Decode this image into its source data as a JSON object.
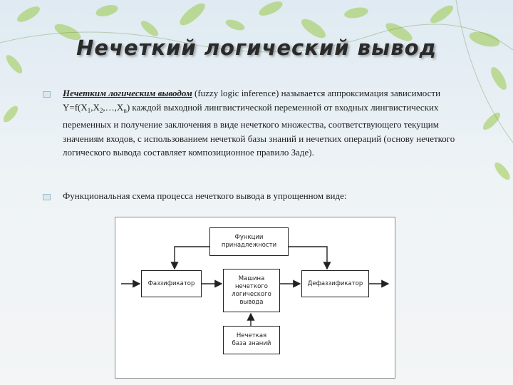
{
  "slide": {
    "title": "Нечеткий логический вывод",
    "paragraph1": {
      "term": "Нечетким логическим выводом",
      "text_a": " (fuzzy logic inference) называется аппроксимация зависимости Y=f(X",
      "sub1": "1",
      "comma1": ",X",
      "sub2": "2",
      "text_b": ",…,X",
      "subn": "n",
      "text_c": ") каждой выходной лингвистической переменной от входных лингвистических переменных и получение заключения в виде нечеткого множества, соответствующего текущим значениям входов, с использованием нечеткой базы знаний и нечетких операций (основу нечеткого логического вывода составляет композиционное правило Заде)."
    },
    "paragraph2": "Функциональная схема процесса нечеткого вывода в упрощенном виде:"
  },
  "diagram": {
    "membership": "Функции\nпринадлежности",
    "fuzzifier": "Фаззификатор",
    "engine": "Машина\nнечеткого\nлогического\nвывода",
    "defuzzifier": "Дефаззификатор",
    "knowledge_base": "Нечеткая\nбаза знаний"
  },
  "colors": {
    "background": "#eef3f6",
    "leaf": "#8cbf3f",
    "text": "#1e1e1e"
  }
}
